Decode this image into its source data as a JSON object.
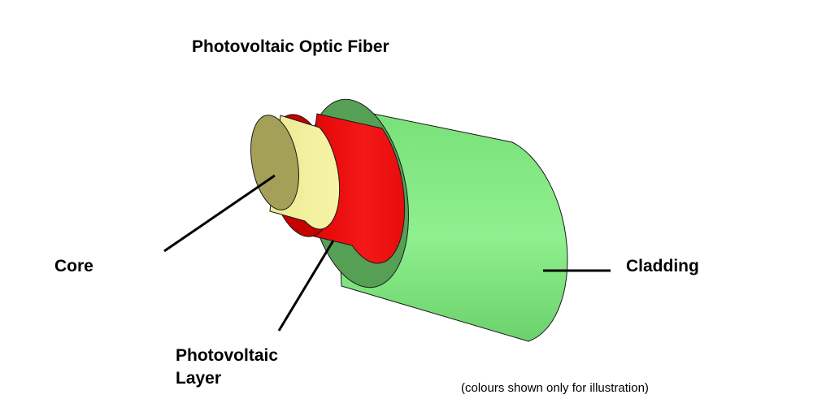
{
  "title": "Photovoltaic Optic Fiber",
  "labels": {
    "core": "Core",
    "cladding": "Cladding",
    "photovoltaic_layer_line1": "Photovoltaic",
    "photovoltaic_layer_line2": "Layer"
  },
  "note": "(colours shown only for illustration)",
  "colors": {
    "cladding_side": "#86ec86",
    "cladding_face": "#55a055",
    "photovoltaic_side": "#f01010",
    "photovoltaic_face": "#c70000",
    "core_side": "#f2ef9c",
    "core_face": "#a4a058",
    "outline": "#1a1a1a"
  }
}
